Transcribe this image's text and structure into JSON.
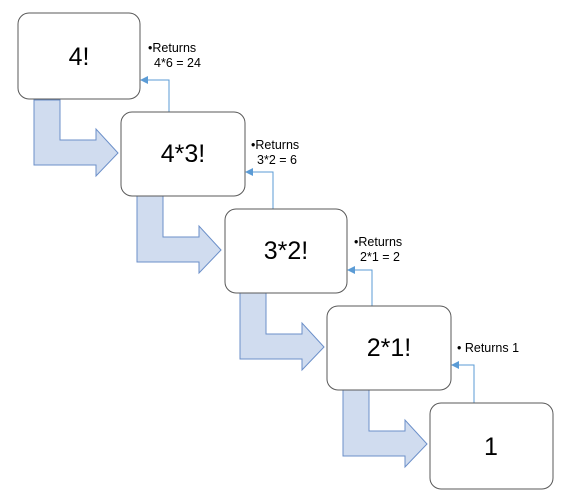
{
  "boxes": [
    {
      "label": "4!"
    },
    {
      "label": "4*3!"
    },
    {
      "label": "3*2!"
    },
    {
      "label": "2*1!"
    },
    {
      "label": "1"
    }
  ],
  "returns": [
    {
      "line1": "•Returns",
      "line2": "4*6 = 24"
    },
    {
      "line1": "•Returns",
      "line2": "3*2 = 6"
    },
    {
      "line1": "•Returns",
      "line2": "2*1 = 2"
    },
    {
      "line1": "• Returns 1",
      "line2": ""
    }
  ],
  "colors": {
    "box_border": "#595959",
    "call_arrow_fill": "#d0dcef",
    "call_arrow_stroke": "#6b8fc9",
    "return_arrow": "#5b9bd5"
  }
}
